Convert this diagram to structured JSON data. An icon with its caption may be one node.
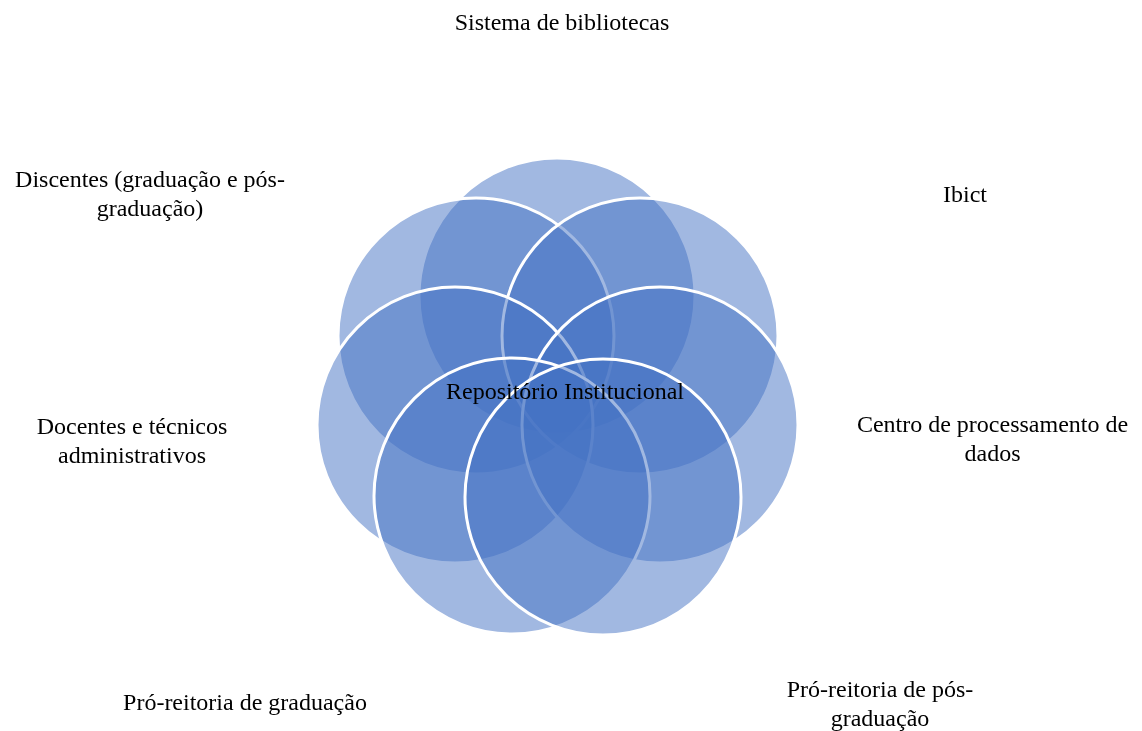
{
  "diagram": {
    "nodes": [
      {
        "text": [],
        "shape": "circle"
      },
      {
        "text": [],
        "shape": "circle"
      },
      {
        "text": [],
        "shape": "circle"
      },
      {
        "text": [],
        "shape": "circle"
      },
      {
        "text": [],
        "shape": "circle"
      },
      {
        "text": [],
        "shape": "circle"
      },
      {
        "text": [],
        "shape": "circle"
      }
    ],
    "labels": [
      "Sistema de bibliotecas",
      "Discentes  (graduação e pós-graduação)",
      "Ibict",
      "Repositório Institucional",
      "Docentes e técnicos administrativos",
      "Centro de processamento de dados",
      "Pró-reitoria de graduação",
      "Pró-reitoria de pós-graduação"
    ]
  }
}
